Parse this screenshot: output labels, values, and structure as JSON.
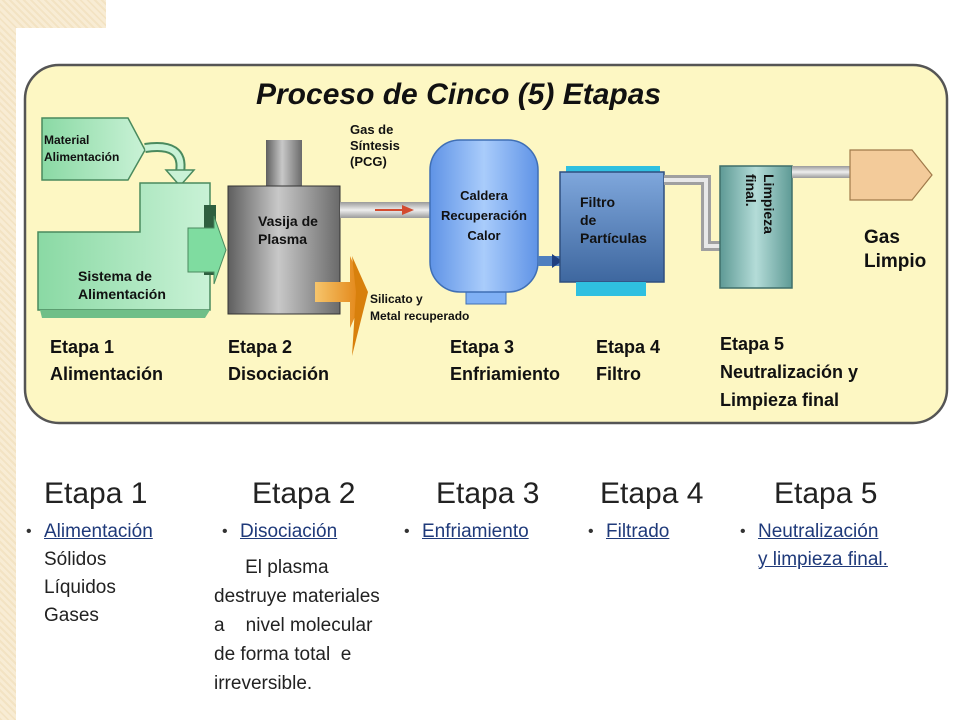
{
  "diagram": {
    "title": "Proceso de Cinco (5) Etapas",
    "material_label": [
      "Material",
      "Alimentación"
    ],
    "feed_system_label": [
      "Sistema de",
      "Alimentación"
    ],
    "vessel_label": [
      "Vasija de",
      "Plasma"
    ],
    "gas_label": [
      "Gas de",
      "Síntesis",
      "(PCG)"
    ],
    "residue_label": [
      "Silicato y",
      "Metal recuperado"
    ],
    "boiler_label": [
      "Caldera",
      "Recuperación",
      "Calor"
    ],
    "filter_label": [
      "Filtro",
      "de",
      "Partículas"
    ],
    "cleaning_label": [
      "Limpieza",
      "final."
    ],
    "clean_gas_label": [
      "Gas",
      "Limpio"
    ],
    "stages": [
      {
        "title": "Etapa 1",
        "lines": [
          "Alimentación"
        ]
      },
      {
        "title": "Etapa 2",
        "lines": [
          "Disociación"
        ]
      },
      {
        "title": "Etapa 3",
        "lines": [
          "Enfriamiento"
        ]
      },
      {
        "title": "Etapa 4",
        "lines": [
          "Filtro"
        ]
      },
      {
        "title": "Etapa 5",
        "lines": [
          "Neutralización y",
          "Limpieza final"
        ]
      }
    ],
    "colors": {
      "panel_bg": "#fdf7c3",
      "panel_border": "#555555",
      "feed_green": "#9fe3b5",
      "boiler_blue": "#7fb0f5",
      "filter_blue": "#4f7fbf",
      "cleaning_teal": "#8fc4bf",
      "vessel_gray": "#8a8a8a",
      "orange_arrow": "#f29a1c",
      "clean_gas": "#f3cb9a"
    }
  },
  "summary": {
    "columns": [
      {
        "heading": "Etapa 1",
        "link": "Alimentación",
        "extra": [
          "Sólidos",
          "Líquidos",
          "Gases"
        ]
      },
      {
        "heading": "Etapa 2",
        "link": "Disociación",
        "extra": [
          "    El plasma",
          "destruye materiales",
          "a    nivel molecular",
          "de forma total  e",
          "irreversible."
        ]
      },
      {
        "heading": "Etapa 3",
        "link": "Enfriamiento",
        "extra": []
      },
      {
        "heading": "Etapa 4",
        "link": "Filtrado",
        "extra": []
      },
      {
        "heading": "Etapa 5",
        "link": "Neutralización y limpieza final.",
        "link_lines": [
          "Neutralización",
          "y limpieza final."
        ],
        "extra": []
      }
    ],
    "bullet_glyph": "•"
  }
}
